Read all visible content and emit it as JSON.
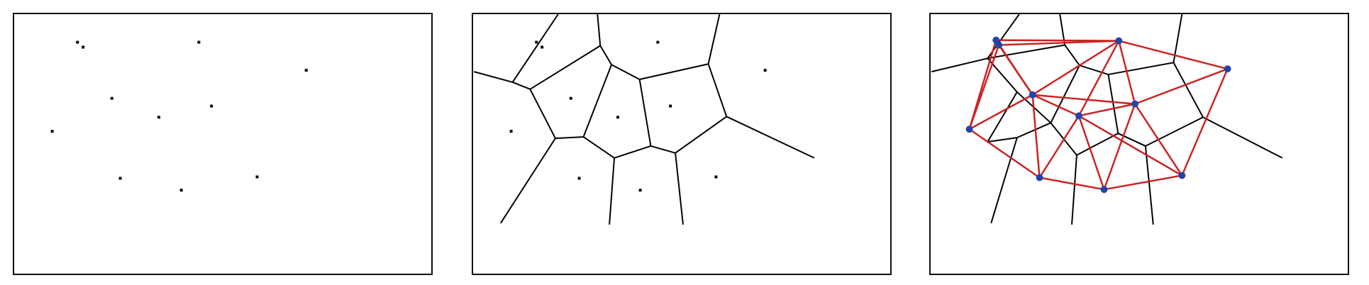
{
  "colors": {
    "frame": "#111111",
    "points": "#000000",
    "voronoi_edges": "#000000",
    "delaunay_edges": "#cc2222",
    "delaunay_vertices": "#2244aa"
  },
  "panels": [
    {
      "id": "points",
      "content": "seed-points"
    },
    {
      "id": "voronoi",
      "content": "voronoi-diagram"
    },
    {
      "id": "delaunay",
      "content": "voronoi-with-delaunay-triangulation"
    }
  ]
}
